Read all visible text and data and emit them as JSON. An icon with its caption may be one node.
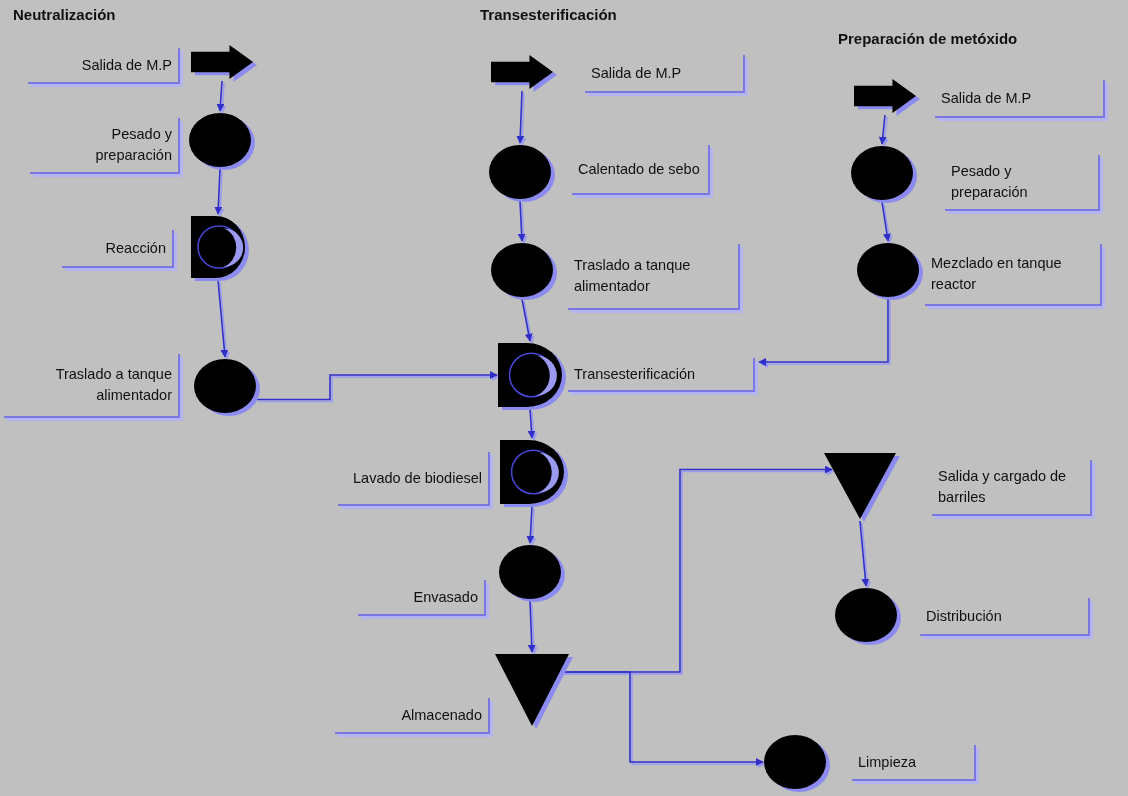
{
  "diagram": {
    "nodes": [
      {
        "text": [],
        "shape": "arrow",
        "beside": [
          "Salida de M.P"
        ]
      },
      {
        "text": [],
        "shape": "circle",
        "beside": [
          "Pesado y preparación"
        ]
      },
      {
        "text": [],
        "shape": "d-shape",
        "beside": [
          "Reacción"
        ]
      },
      {
        "text": [],
        "shape": "circle",
        "beside": [
          "Traslado a tanque alimentador"
        ]
      },
      {
        "text": [],
        "shape": "arrow",
        "beside": [
          "Salida de M.P"
        ]
      },
      {
        "text": [],
        "shape": "circle",
        "beside": [
          "Calentado de sebo"
        ]
      },
      {
        "text": [],
        "shape": "circle",
        "beside": [
          "Traslado a tanque alimentador"
        ]
      },
      {
        "text": [],
        "shape": "d-shape",
        "beside": [
          "Transesterificación"
        ]
      },
      {
        "text": [],
        "shape": "d-shape",
        "beside": [
          "Lavado de biodiesel"
        ]
      },
      {
        "text": [],
        "shape": "circle",
        "beside": [
          "Envasado"
        ]
      },
      {
        "text": [],
        "shape": "triangle",
        "beside": [
          "Almacenado"
        ]
      },
      {
        "text": [],
        "shape": "triangle",
        "beside": [
          "Salida y cargado de barriles"
        ]
      },
      {
        "text": [],
        "shape": "circle",
        "beside": [
          "Distribución"
        ]
      },
      {
        "text": [],
        "shape": "circle",
        "beside": [
          "Limpieza"
        ]
      },
      {
        "text": [],
        "shape": "arrow",
        "beside": [
          "Salida de M.P"
        ]
      },
      {
        "text": [],
        "shape": "circle",
        "beside": [
          "Pesado y preparación"
        ]
      },
      {
        "text": [],
        "shape": "circle",
        "beside": [
          "Mezclado en tanque reactor"
        ]
      }
    ],
    "edges": [
      {
        "from": 0,
        "to": 1,
        "arrow": "to"
      },
      {
        "from": 1,
        "to": 2,
        "arrow": "to"
      },
      {
        "from": 2,
        "to": 3,
        "arrow": "to"
      },
      {
        "from": 3,
        "to": 7,
        "arrow": "to"
      },
      {
        "from": 4,
        "to": 5,
        "arrow": "to"
      },
      {
        "from": 5,
        "to": 6,
        "arrow": "to"
      },
      {
        "from": 6,
        "to": 7,
        "arrow": "to"
      },
      {
        "from": 16,
        "to": 7,
        "arrow": "to"
      },
      {
        "from": 14,
        "to": 15,
        "arrow": "to"
      },
      {
        "from": 15,
        "to": 16,
        "arrow": "to"
      },
      {
        "from": 7,
        "to": 8,
        "arrow": "to"
      },
      {
        "from": 8,
        "to": 9,
        "arrow": "to"
      },
      {
        "from": 9,
        "to": 10,
        "arrow": "to"
      },
      {
        "from": 10,
        "to": 11,
        "arrow": "to"
      },
      {
        "from": 10,
        "to": 13,
        "arrow": "to"
      },
      {
        "from": 11,
        "to": 12,
        "arrow": "to"
      }
    ],
    "labels": [
      "Neutralización",
      "Transesterificación",
      "Preparación de metóxido"
    ]
  }
}
